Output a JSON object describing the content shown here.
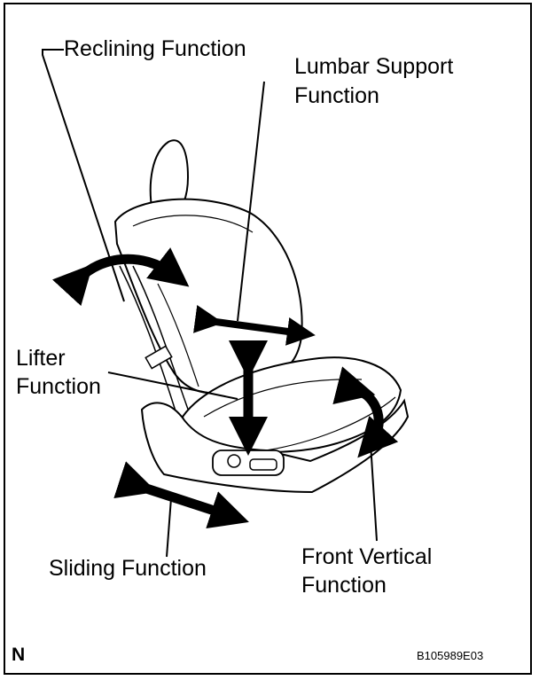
{
  "labels": {
    "reclining": "Reclining Function",
    "lumbar_line1": "Lumbar Support",
    "lumbar_line2": "Function",
    "lifter_line1": "Lifter",
    "lifter_line2": "Function",
    "sliding": "Sliding Function",
    "front_line1": "Front Vertical",
    "front_line2": "Function"
  },
  "corner_mark": "N",
  "figure_code": "B105989E03",
  "colors": {
    "ink": "#000000",
    "paper": "#ffffff"
  }
}
